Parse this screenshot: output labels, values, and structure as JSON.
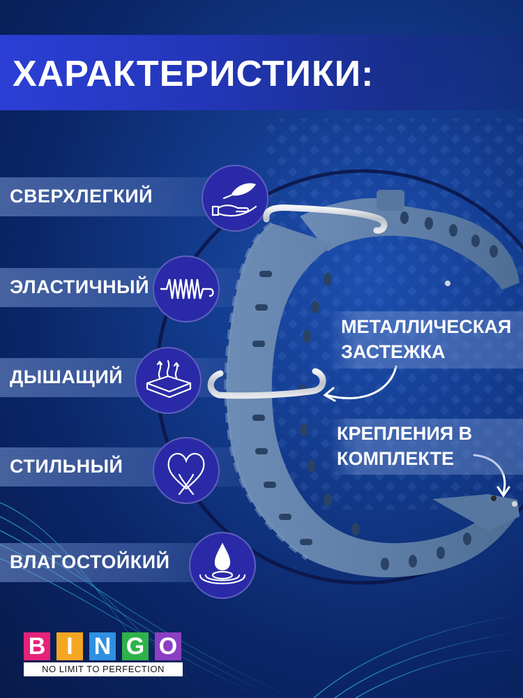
{
  "title": "ХАРАКТЕРИСТИКИ:",
  "features": [
    {
      "label": "СВЕРХЛЕГКИЙ",
      "icon": "feather-hand-icon"
    },
    {
      "label": "ЭЛАСТИЧНЫЙ",
      "icon": "spring-icon"
    },
    {
      "label": "ДЫШАЩИЙ",
      "icon": "breathable-fabric-icon"
    },
    {
      "label": "СТИЛЬНЫЙ",
      "icon": "heart-icon"
    },
    {
      "label": "ВЛАГОСТОЙКИЙ",
      "icon": "water-drop-icon"
    }
  ],
  "callouts": {
    "clasp_line1": "МЕТАЛЛИЧЕСКАЯ",
    "clasp_line2": "ЗАСТЕЖКА",
    "mounts_line1": "КРЕПЛЕНИЯ В",
    "mounts_line2": "КОМПЛЕКТЕ"
  },
  "logo": {
    "letters": [
      "B",
      "I",
      "N",
      "G",
      "O"
    ],
    "letter_colors": [
      "#e4227a",
      "#f5a623",
      "#2f8fe0",
      "#2fb24a",
      "#8b3fc2"
    ],
    "tagline": "NO LIMIT TO PERFECTION"
  },
  "colors": {
    "strap": "#5f7fa8",
    "accent": "#2b3fd6",
    "icon_circle": "#2a2aa8"
  }
}
